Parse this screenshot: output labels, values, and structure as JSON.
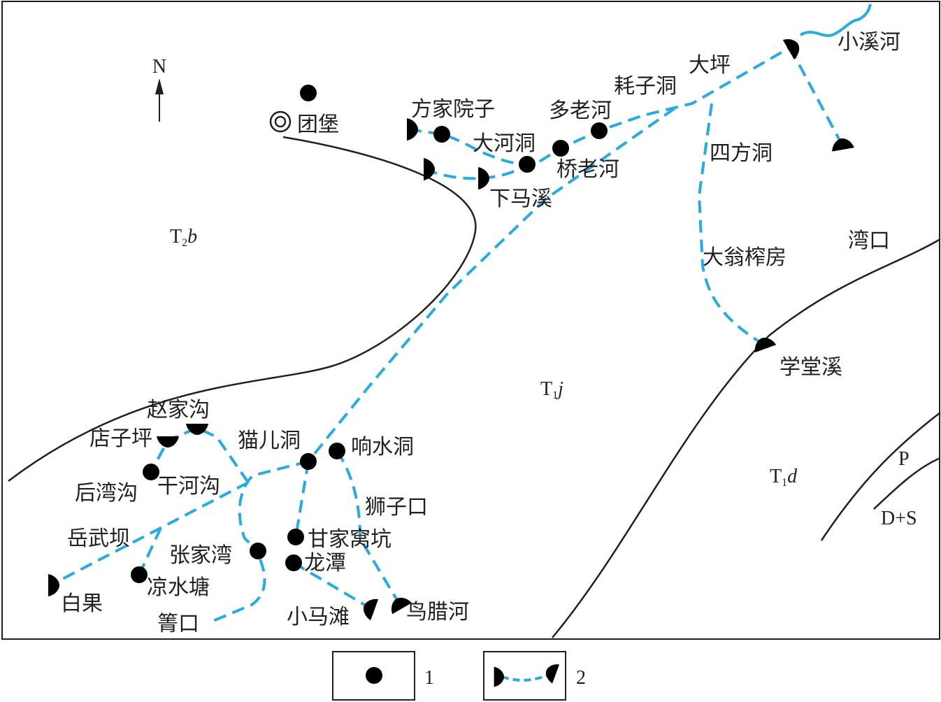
{
  "north_label": "N",
  "stratigraphy": {
    "T2b": {
      "main": "T",
      "sub": "2",
      "italic": "b"
    },
    "T1j": {
      "main": "T",
      "sub": "1",
      "italic": "j"
    },
    "T1d": {
      "main": "T",
      "sub": "1",
      "italic": "d"
    },
    "P": "P",
    "DS": "D+S"
  },
  "places": {
    "tuanbao": "团堡",
    "fangjiayuanzi": "方家院子",
    "duolaohe": "多老河",
    "haozidong": "耗子洞",
    "daping": "大坪",
    "xiaoxihe": "小溪河",
    "dahedong": "大河洞",
    "qiaolaohe": "桥老河",
    "xiamaxi": "下马溪",
    "sifangdong": "四方洞",
    "wankou": "湾口",
    "dawengzhafang": "大翁榨房",
    "xuetangxi": "学堂溪",
    "zhaojiagou": "赵家沟",
    "dianziping": "店子坪",
    "maoerdong": "猫儿洞",
    "xiangshuidong": "响水洞",
    "houwangou": "后湾沟",
    "ganhegou": "干河沟",
    "shizikou": "狮子口",
    "yuewuba": "岳武坝",
    "ganjiawokeng": "甘家窝坑",
    "zhangjiawan": "张家湾",
    "longtan": "龙潭",
    "liangshuitang": "凉水塘",
    "baiguo": "白果",
    "xiaomatan": "小马滩",
    "niaolahe": "鸟腊河",
    "qingkou": "箐口"
  },
  "legend": [
    {
      "symbol": "spring-well-icon",
      "label": "1"
    },
    {
      "symbol": "underground-river-icon",
      "label": "2"
    }
  ],
  "colors": {
    "underground_river": "#29abe2",
    "boundary": "#231f20"
  }
}
